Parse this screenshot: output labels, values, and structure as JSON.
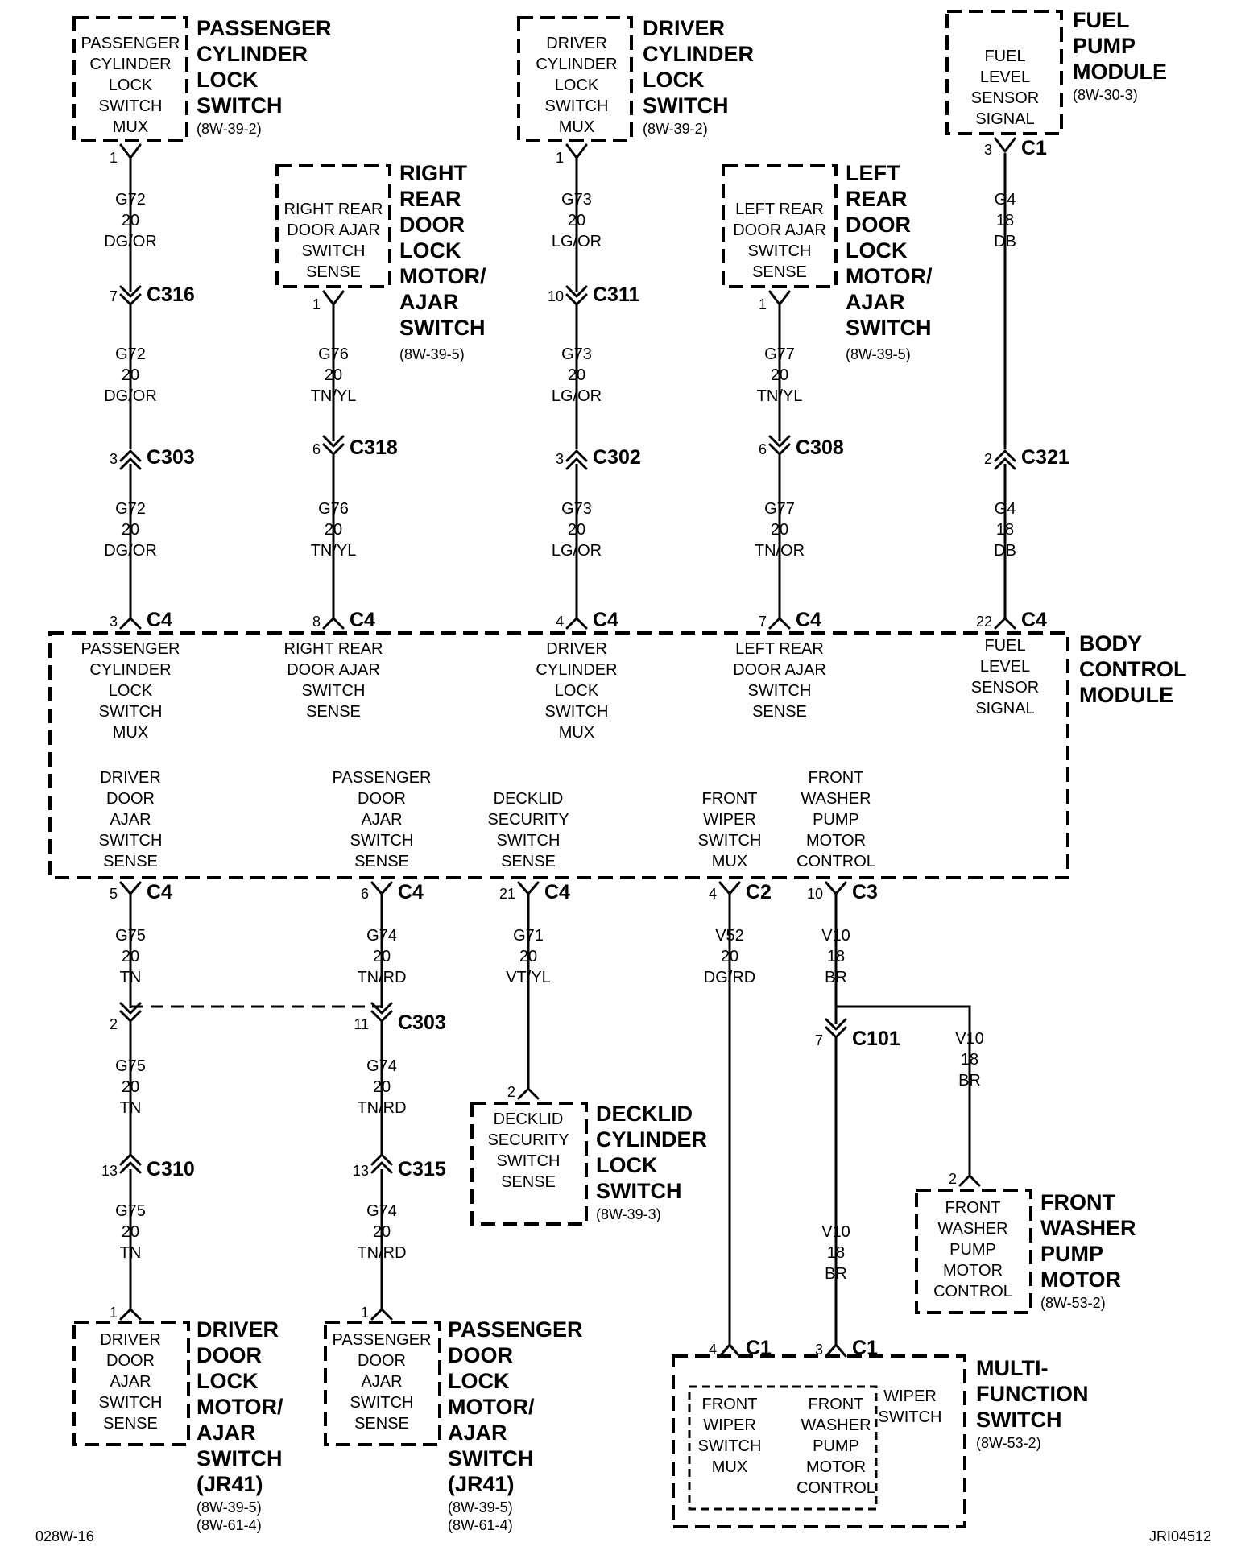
{
  "modules": [
    {
      "id": "pcl",
      "rect": "passenger-cylinder-lock-box",
      "lines": [
        "PASSENGER",
        "CYLINDER",
        "LOCK",
        "SWITCH",
        "MUX"
      ],
      "title": [
        "PASSENGER",
        "CYLINDER",
        "LOCK",
        "SWITCH"
      ],
      "ref": "(8W-39-2)"
    },
    {
      "id": "rrd",
      "lines": [
        "RIGHT REAR",
        "DOOR AJAR",
        "SWITCH",
        "SENSE"
      ],
      "title": [
        "RIGHT",
        "REAR",
        "DOOR",
        "LOCK",
        "MOTOR/",
        "AJAR",
        "SWITCH"
      ],
      "ref": "(8W-39-5)"
    },
    {
      "id": "dcl",
      "lines": [
        "DRIVER",
        "CYLINDER",
        "LOCK",
        "SWITCH",
        "MUX"
      ],
      "title": [
        "DRIVER",
        "CYLINDER",
        "LOCK",
        "SWITCH"
      ],
      "ref": "(8W-39-2)"
    },
    {
      "id": "lrd",
      "lines": [
        "LEFT REAR",
        "DOOR AJAR",
        "SWITCH",
        "SENSE"
      ],
      "title": [
        "LEFT",
        "REAR",
        "DOOR",
        "LOCK",
        "MOTOR/",
        "AJAR",
        "SWITCH"
      ],
      "ref": "(8W-39-5)"
    },
    {
      "id": "fpm",
      "lines": [
        "FUEL",
        "LEVEL",
        "SENSOR",
        "SIGNAL"
      ],
      "title": [
        "FUEL",
        "PUMP",
        "MODULE"
      ],
      "ref": "(8W-30-3)"
    },
    {
      "id": "bcm",
      "title": [
        "BODY",
        "CONTROL",
        "MODULE"
      ],
      "top": [
        [
          "PASSENGER",
          "CYLINDER",
          "LOCK",
          "SWITCH",
          "MUX"
        ],
        [
          "RIGHT REAR",
          "DOOR AJAR",
          "SWITCH",
          "SENSE"
        ],
        [
          "DRIVER",
          "CYLINDER",
          "LOCK",
          "SWITCH",
          "MUX"
        ],
        [
          "LEFT REAR",
          "DOOR AJAR",
          "SWITCH",
          "SENSE"
        ],
        [
          "FUEL",
          "LEVEL",
          "SENSOR",
          "SIGNAL"
        ]
      ],
      "bottom": [
        [
          "DRIVER",
          "DOOR",
          "AJAR",
          "SWITCH",
          "SENSE"
        ],
        [
          "PASSENGER",
          "DOOR",
          "AJAR",
          "SWITCH",
          "SENSE"
        ],
        [
          "DECKLID",
          "SECURITY",
          "SWITCH",
          "SENSE"
        ],
        [
          "FRONT",
          "WIPER",
          "SWITCH",
          "MUX"
        ],
        [
          "FRONT",
          "WASHER",
          "PUMP",
          "MOTOR",
          "CONTROL"
        ]
      ]
    },
    {
      "id": "dcyl",
      "lines": [
        "DECKLID",
        "SECURITY",
        "SWITCH",
        "SENSE"
      ],
      "title": [
        "DECKLID",
        "CYLINDER",
        "LOCK",
        "SWITCH"
      ],
      "ref": "(8W-39-3)"
    },
    {
      "id": "fwp",
      "lines": [
        "FRONT",
        "WASHER",
        "PUMP",
        "MOTOR",
        "CONTROL"
      ],
      "title": [
        "FRONT",
        "WASHER",
        "PUMP",
        "MOTOR"
      ],
      "ref": "(8W-53-2)"
    },
    {
      "id": "dda",
      "lines": [
        "DRIVER",
        "DOOR",
        "AJAR",
        "SWITCH",
        "SENSE"
      ],
      "title": [
        "DRIVER",
        "DOOR",
        "LOCK",
        "MOTOR/",
        "AJAR",
        "SWITCH",
        "(JR41)"
      ],
      "ref": "(8W-39-5)",
      "ref2": "(8W-61-4)"
    },
    {
      "id": "pda",
      "lines": [
        "PASSENGER",
        "DOOR",
        "AJAR",
        "SWITCH",
        "SENSE"
      ],
      "title": [
        "PASSENGER",
        "DOOR",
        "LOCK",
        "MOTOR/",
        "AJAR",
        "SWITCH",
        "(JR41)"
      ],
      "ref": "(8W-39-5)",
      "ref2": "(8W-61-4)"
    },
    {
      "id": "mfs",
      "title": [
        "MULTI-",
        "FUNCTION",
        "SWITCH"
      ],
      "ref": "(8W-53-2)",
      "sub1": [
        "FRONT",
        "WIPER",
        "SWITCH",
        "MUX"
      ],
      "sub2": [
        "FRONT",
        "WASHER",
        "PUMP",
        "MOTOR",
        "CONTROL"
      ],
      "sub_title": [
        "WIPER",
        "SWITCH"
      ]
    }
  ],
  "wires": [
    {
      "id": "g72a",
      "lines": [
        "G72",
        "20",
        "DG/OR"
      ]
    },
    {
      "id": "g72b",
      "lines": [
        "G72",
        "20",
        "DG/OR"
      ]
    },
    {
      "id": "g72c",
      "lines": [
        "G72",
        "20",
        "DG/OR"
      ]
    },
    {
      "id": "g76a",
      "lines": [
        "G76",
        "20",
        "TN/YL"
      ]
    },
    {
      "id": "g76b",
      "lines": [
        "G76",
        "20",
        "TN/YL"
      ]
    },
    {
      "id": "g73a",
      "lines": [
        "G73",
        "20",
        "LG/OR"
      ]
    },
    {
      "id": "g73b",
      "lines": [
        "G73",
        "20",
        "LG/OR"
      ]
    },
    {
      "id": "g73c",
      "lines": [
        "G73",
        "20",
        "LG/OR"
      ]
    },
    {
      "id": "g77a",
      "lines": [
        "G77",
        "20",
        "TN/YL"
      ]
    },
    {
      "id": "g77b",
      "lines": [
        "G77",
        "20",
        "TN/OR"
      ]
    },
    {
      "id": "g4a",
      "lines": [
        "G4",
        "18",
        "DB"
      ]
    },
    {
      "id": "g4b",
      "lines": [
        "G4",
        "18",
        "DB"
      ]
    },
    {
      "id": "g75a",
      "lines": [
        "G75",
        "20",
        "TN"
      ]
    },
    {
      "id": "g75b",
      "lines": [
        "G75",
        "20",
        "TN"
      ]
    },
    {
      "id": "g75c",
      "lines": [
        "G75",
        "20",
        "TN"
      ]
    },
    {
      "id": "g74a",
      "lines": [
        "G74",
        "20",
        "TN/RD"
      ]
    },
    {
      "id": "g74b",
      "lines": [
        "G74",
        "20",
        "TN/RD"
      ]
    },
    {
      "id": "g74c",
      "lines": [
        "G74",
        "20",
        "TN/RD"
      ]
    },
    {
      "id": "g71",
      "lines": [
        "G71",
        "20",
        "VT/YL"
      ]
    },
    {
      "id": "v52",
      "lines": [
        "V52",
        "20",
        "DG/RD"
      ]
    },
    {
      "id": "v10a",
      "lines": [
        "V10",
        "18",
        "BR"
      ]
    },
    {
      "id": "v10b",
      "lines": [
        "V10",
        "18",
        "BR"
      ]
    },
    {
      "id": "v10c",
      "lines": [
        "V10",
        "18",
        "BR"
      ]
    }
  ],
  "connectors": [
    {
      "id": "k1",
      "pin": "1",
      "name": ""
    },
    {
      "id": "k2",
      "pin": "7",
      "name": "C316"
    },
    {
      "id": "k3",
      "pin": "3",
      "name": "C303"
    },
    {
      "id": "k4",
      "pin": "3",
      "name": "C4"
    },
    {
      "id": "k5",
      "pin": "1",
      "name": ""
    },
    {
      "id": "k6",
      "pin": "6",
      "name": "C318"
    },
    {
      "id": "k7",
      "pin": "8",
      "name": "C4"
    },
    {
      "id": "k8",
      "pin": "1",
      "name": ""
    },
    {
      "id": "k9",
      "pin": "10",
      "name": "C311"
    },
    {
      "id": "k10",
      "pin": "3",
      "name": "C302"
    },
    {
      "id": "k11",
      "pin": "4",
      "name": "C4"
    },
    {
      "id": "k12",
      "pin": "1",
      "name": ""
    },
    {
      "id": "k13",
      "pin": "6",
      "name": "C308"
    },
    {
      "id": "k14",
      "pin": "7",
      "name": "C4"
    },
    {
      "id": "k15",
      "pin": "3",
      "name": "C1"
    },
    {
      "id": "k16",
      "pin": "2",
      "name": "C321"
    },
    {
      "id": "k17",
      "pin": "22",
      "name": "C4"
    },
    {
      "id": "k18",
      "pin": "5",
      "name": "C4"
    },
    {
      "id": "k19",
      "pin": "6",
      "name": "C4"
    },
    {
      "id": "k20",
      "pin": "21",
      "name": "C4"
    },
    {
      "id": "k21",
      "pin": "4",
      "name": "C2"
    },
    {
      "id": "k22",
      "pin": "10",
      "name": "C3"
    },
    {
      "id": "k23",
      "pin": "2",
      "name": ""
    },
    {
      "id": "k24",
      "pin": "11",
      "name": "C303"
    },
    {
      "id": "k25",
      "pin": "7",
      "name": "C101"
    },
    {
      "id": "k26",
      "pin": "2",
      "name": ""
    },
    {
      "id": "k27",
      "pin": "13",
      "name": "C310"
    },
    {
      "id": "k28",
      "pin": "13",
      "name": "C315"
    },
    {
      "id": "k29",
      "pin": "2",
      "name": ""
    },
    {
      "id": "k30",
      "pin": "1",
      "name": ""
    },
    {
      "id": "k31",
      "pin": "1",
      "name": ""
    },
    {
      "id": "k32",
      "pin": "4",
      "name": "C1"
    },
    {
      "id": "k33",
      "pin": "3",
      "name": "C1"
    }
  ],
  "footer": {
    "left": "028W-16",
    "right": "JRI04512"
  }
}
